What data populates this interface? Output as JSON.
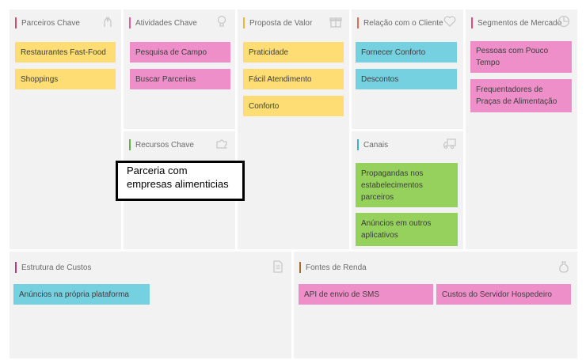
{
  "colors": {
    "yellow": "#fddd74",
    "pink": "#ee8fc9",
    "cyan": "#75d0e0",
    "green": "#95d15c"
  },
  "sections": {
    "parceiros": {
      "title": "Parceiros Chave",
      "icon": "handshake-icon",
      "accent": "#d34d6f",
      "notes": [
        "Restaurantes Fast-Food",
        "Shoppings"
      ]
    },
    "atividades": {
      "title": "Atividades Chave",
      "icon": "lightbulb-icon",
      "accent": "#e05c9c",
      "notes": [
        "Pesquisa de Campo",
        "Buscar Parcerias"
      ]
    },
    "recursos": {
      "title": "Recursos Chave",
      "icon": "puzzle-icon",
      "accent": "#5fb446",
      "notes": []
    },
    "proposta": {
      "title": "Proposta de Valor",
      "icon": "gift-icon",
      "accent": "#f2b632",
      "notes": [
        "Praticidade",
        "Fácil Atendimento",
        "Conforto"
      ]
    },
    "relacao": {
      "title": "Relação com o Cliente",
      "icon": "heart-icon",
      "accent": "#e56a4e",
      "notes": [
        "Fornecer Conforto",
        "Descontos"
      ]
    },
    "canais": {
      "title": "Canais",
      "icon": "truck-icon",
      "accent": "#3bb0c9",
      "notes": [
        "Propagandas nos estabelecimentos parceiros",
        "Anúncios em outros aplicativos"
      ]
    },
    "segmentos": {
      "title": "Segmentos de Mercado",
      "icon": "pie-chart-icon",
      "accent": "#e6487f",
      "notes": [
        "Pessoas com Pouco Tempo",
        "Frequentadores de Praças de Alimentação"
      ]
    },
    "custos": {
      "title": "Estrutura de Custos",
      "icon": "document-icon",
      "accent": "#b63c7a",
      "notes": [
        "Anúncios na própria plataforma"
      ]
    },
    "receitas": {
      "title": "Fontes de Renda",
      "icon": "money-bag-icon",
      "accent": "#a36a2f",
      "notes": [
        "API de envio de SMS",
        "Custos do Servidor Hospedeiro"
      ]
    }
  },
  "overlay_text": "Parceria com empresas alimenticias"
}
